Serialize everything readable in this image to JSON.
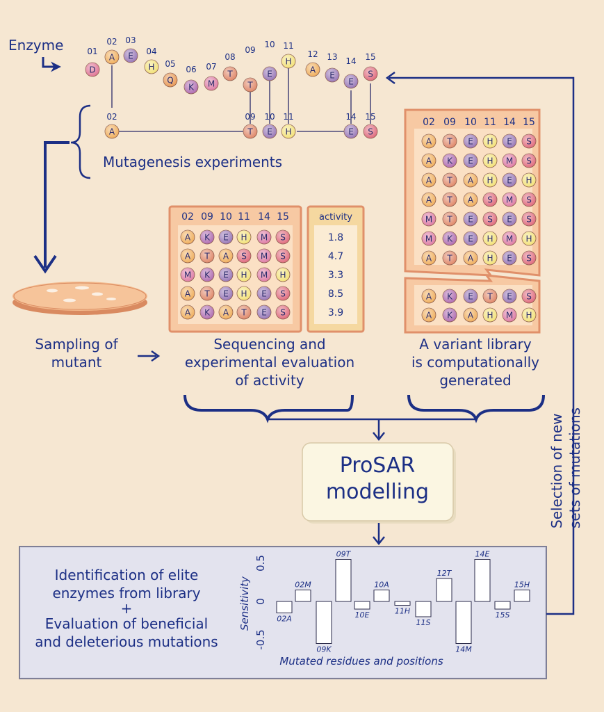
{
  "labels": {
    "enzyme": "Enzyme",
    "mutagenesis": "Mutagenesis experiments",
    "sampling_line1": "Sampling of",
    "sampling_line2": "mutant",
    "seq_line1": "Sequencing and",
    "seq_line2": "experimental evaluation",
    "seq_line3": "of activity",
    "lib_line1": "A variant library",
    "lib_line2": "is computationally",
    "lib_line3": "generated",
    "prosar_line1": "ProSAR",
    "prosar_line2": "modelling",
    "ident_line1": "Identification of elite",
    "ident_line2": "enzymes from library",
    "ident_line3": "+",
    "ident_line4": "Evaluation of beneficial",
    "ident_line5": "and deleterious mutations",
    "selection_line1": "Selection of new",
    "selection_line2": "sets of mutations",
    "activity_header": "activity"
  },
  "colors": {
    "background": "#f6e7d2",
    "arrow": "#1c2f85",
    "table_border": "#e0906a",
    "table_fill": "#f7c9a3",
    "D": "#e07898",
    "A": "#f0b060",
    "E": "#9a7ab8",
    "H": "#f3e27c",
    "Q": "#e89a58",
    "K": "#b16fb2",
    "M": "#de7ea6",
    "T": "#e08a6c",
    "S": "#e06e80"
  },
  "enzyme_chain": {
    "positions": [
      "01",
      "02",
      "03",
      "04",
      "05",
      "06",
      "07",
      "08",
      "09",
      "10",
      "11",
      "12",
      "13",
      "14",
      "15"
    ],
    "residues": [
      "D",
      "A",
      "E",
      "H",
      "Q",
      "K",
      "M",
      "T",
      "T",
      "E",
      "H",
      "A",
      "E",
      "E",
      "S"
    ]
  },
  "mutated_positions": [
    "02",
    "09",
    "10",
    "11",
    "14",
    "15"
  ],
  "mutant_chain": [
    "A",
    "T",
    "E",
    "H",
    "E",
    "S"
  ],
  "experiment_table": {
    "headers": [
      "02",
      "09",
      "10",
      "11",
      "14",
      "15"
    ],
    "rows": [
      [
        "A",
        "K",
        "E",
        "H",
        "M",
        "S"
      ],
      [
        "A",
        "T",
        "A",
        "S",
        "M",
        "S"
      ],
      [
        "M",
        "K",
        "E",
        "H",
        "M",
        "H"
      ],
      [
        "A",
        "T",
        "E",
        "H",
        "E",
        "S"
      ],
      [
        "A",
        "K",
        "A",
        "T",
        "E",
        "S"
      ]
    ],
    "activity": [
      "1.8",
      "4.7",
      "3.3",
      "8.5",
      "3.9"
    ]
  },
  "library_table": {
    "headers": [
      "02",
      "09",
      "10",
      "11",
      "14",
      "15"
    ],
    "rows_top": [
      [
        "A",
        "T",
        "E",
        "H",
        "E",
        "S"
      ],
      [
        "A",
        "K",
        "E",
        "H",
        "M",
        "S"
      ],
      [
        "A",
        "T",
        "A",
        "H",
        "E",
        "H"
      ],
      [
        "A",
        "T",
        "A",
        "S",
        "M",
        "S"
      ],
      [
        "M",
        "T",
        "E",
        "S",
        "E",
        "S"
      ],
      [
        "M",
        "K",
        "E",
        "H",
        "M",
        "H"
      ],
      [
        "A",
        "T",
        "A",
        "H",
        "E",
        "S"
      ]
    ],
    "rows_bottom": [
      [
        "A",
        "K",
        "E",
        "T",
        "E",
        "S"
      ],
      [
        "A",
        "K",
        "A",
        "H",
        "M",
        "H"
      ]
    ]
  },
  "sensitivity_chart": {
    "ylabel": "Sensitivity",
    "xlabel": "Mutated residues and positions",
    "yticks": [
      "0.5",
      "0",
      "-0.5"
    ],
    "bars": [
      {
        "label": "02A",
        "value": -0.15
      },
      {
        "label": "02M",
        "value": 0.15
      },
      {
        "label": "09K",
        "value": -0.55
      },
      {
        "label": "09T",
        "value": 0.55
      },
      {
        "label": "10E",
        "value": -0.1
      },
      {
        "label": "10A",
        "value": 0.15
      },
      {
        "label": "11H",
        "value": -0.05
      },
      {
        "label": "11S",
        "value": -0.2
      },
      {
        "label": "12T",
        "value": 0.3
      },
      {
        "label": "14M",
        "value": -0.55
      },
      {
        "label": "14E",
        "value": 0.55
      },
      {
        "label": "15S",
        "value": -0.1
      },
      {
        "label": "15H",
        "value": 0.15
      }
    ]
  }
}
